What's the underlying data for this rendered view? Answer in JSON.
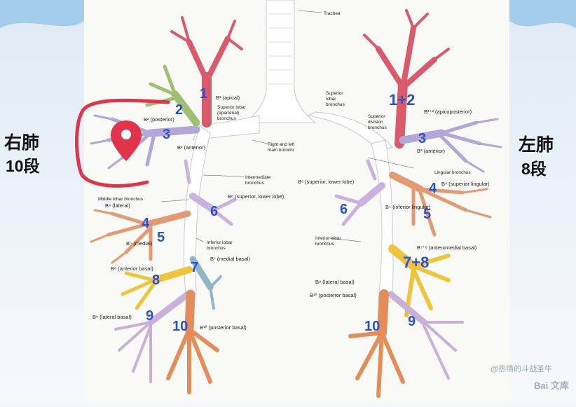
{
  "left_title": "右肺",
  "left_segments": "10段",
  "right_title": "左肺",
  "right_segments": "8段",
  "structure_labels": {
    "trachea": "Trachea",
    "main_bronchi": "Right and left\nmain bronchi",
    "superior_lobar_right": "Superior lobar\n(eparterial)\nbronchus",
    "intermediate": "Intermediate\nbronchus",
    "middle_lobar": "Middle lobar bronchus",
    "inferior_lobar_right": "Inferior lobar\nbronchus",
    "superior_lobar_left": "Superior\nlobar\nbronchus",
    "superior_division": "Superior\ndivision\nbronchus",
    "lingular": "Lingular bronchus",
    "inferior_lobar_left": "Inferior lobar\nbronchus"
  },
  "right_segment_labels": [
    {
      "num": "1",
      "name": "B¹ (apical)"
    },
    {
      "num": "2",
      "name": "B² (posterior)"
    },
    {
      "num": "3",
      "name": "B³ (anterior)"
    },
    {
      "num": "4",
      "name": "B⁴ (lateral)"
    },
    {
      "num": "5",
      "name": "B⁵ (medial)"
    },
    {
      "num": "6",
      "name": "B⁶ (superior, lower lobe)"
    },
    {
      "num": "7",
      "name": "B⁷ (medial basal)"
    },
    {
      "num": "8",
      "name": "B⁸ (anterior basal)"
    },
    {
      "num": "9",
      "name": "B⁹ (lateral basal)"
    },
    {
      "num": "10",
      "name": "B¹⁰ (posterior basal)"
    }
  ],
  "left_segment_labels": [
    {
      "num": "1+2",
      "name": "B¹⁺² (apicoposterior)"
    },
    {
      "num": "3",
      "name": "B³ (anterior)"
    },
    {
      "num": "4",
      "name": "B⁴ (superior lingular)"
    },
    {
      "num": "5",
      "name": "B⁵ (inferior lingular)"
    },
    {
      "num": "6",
      "name": "B⁶ (superior, lower lobe)"
    },
    {
      "num": "7+8",
      "name": "B⁷⁺⁸ (anteromedial basal)"
    },
    {
      "num": "9",
      "name": "B⁹ (lateral basal)"
    },
    {
      "num": "10",
      "name": "B¹⁰ (posterior basal)"
    }
  ],
  "watermark": "@热情的斗战圣牛",
  "baidu": "Bai 文库",
  "colors": {
    "apical": "#d95a6a",
    "posterior": "#9fbf73",
    "anterior": "#b3a6d9",
    "lingula": "#e39a72",
    "superior_lower": "#c9b2e0",
    "medial_basal": "#8fb6c9",
    "anterior_basal": "#f0c43a",
    "lateral_basal": "#c9b0d9",
    "posterior_basal": "#e48d5a",
    "number": "#2a52d0",
    "highlight": "#e0344a"
  }
}
